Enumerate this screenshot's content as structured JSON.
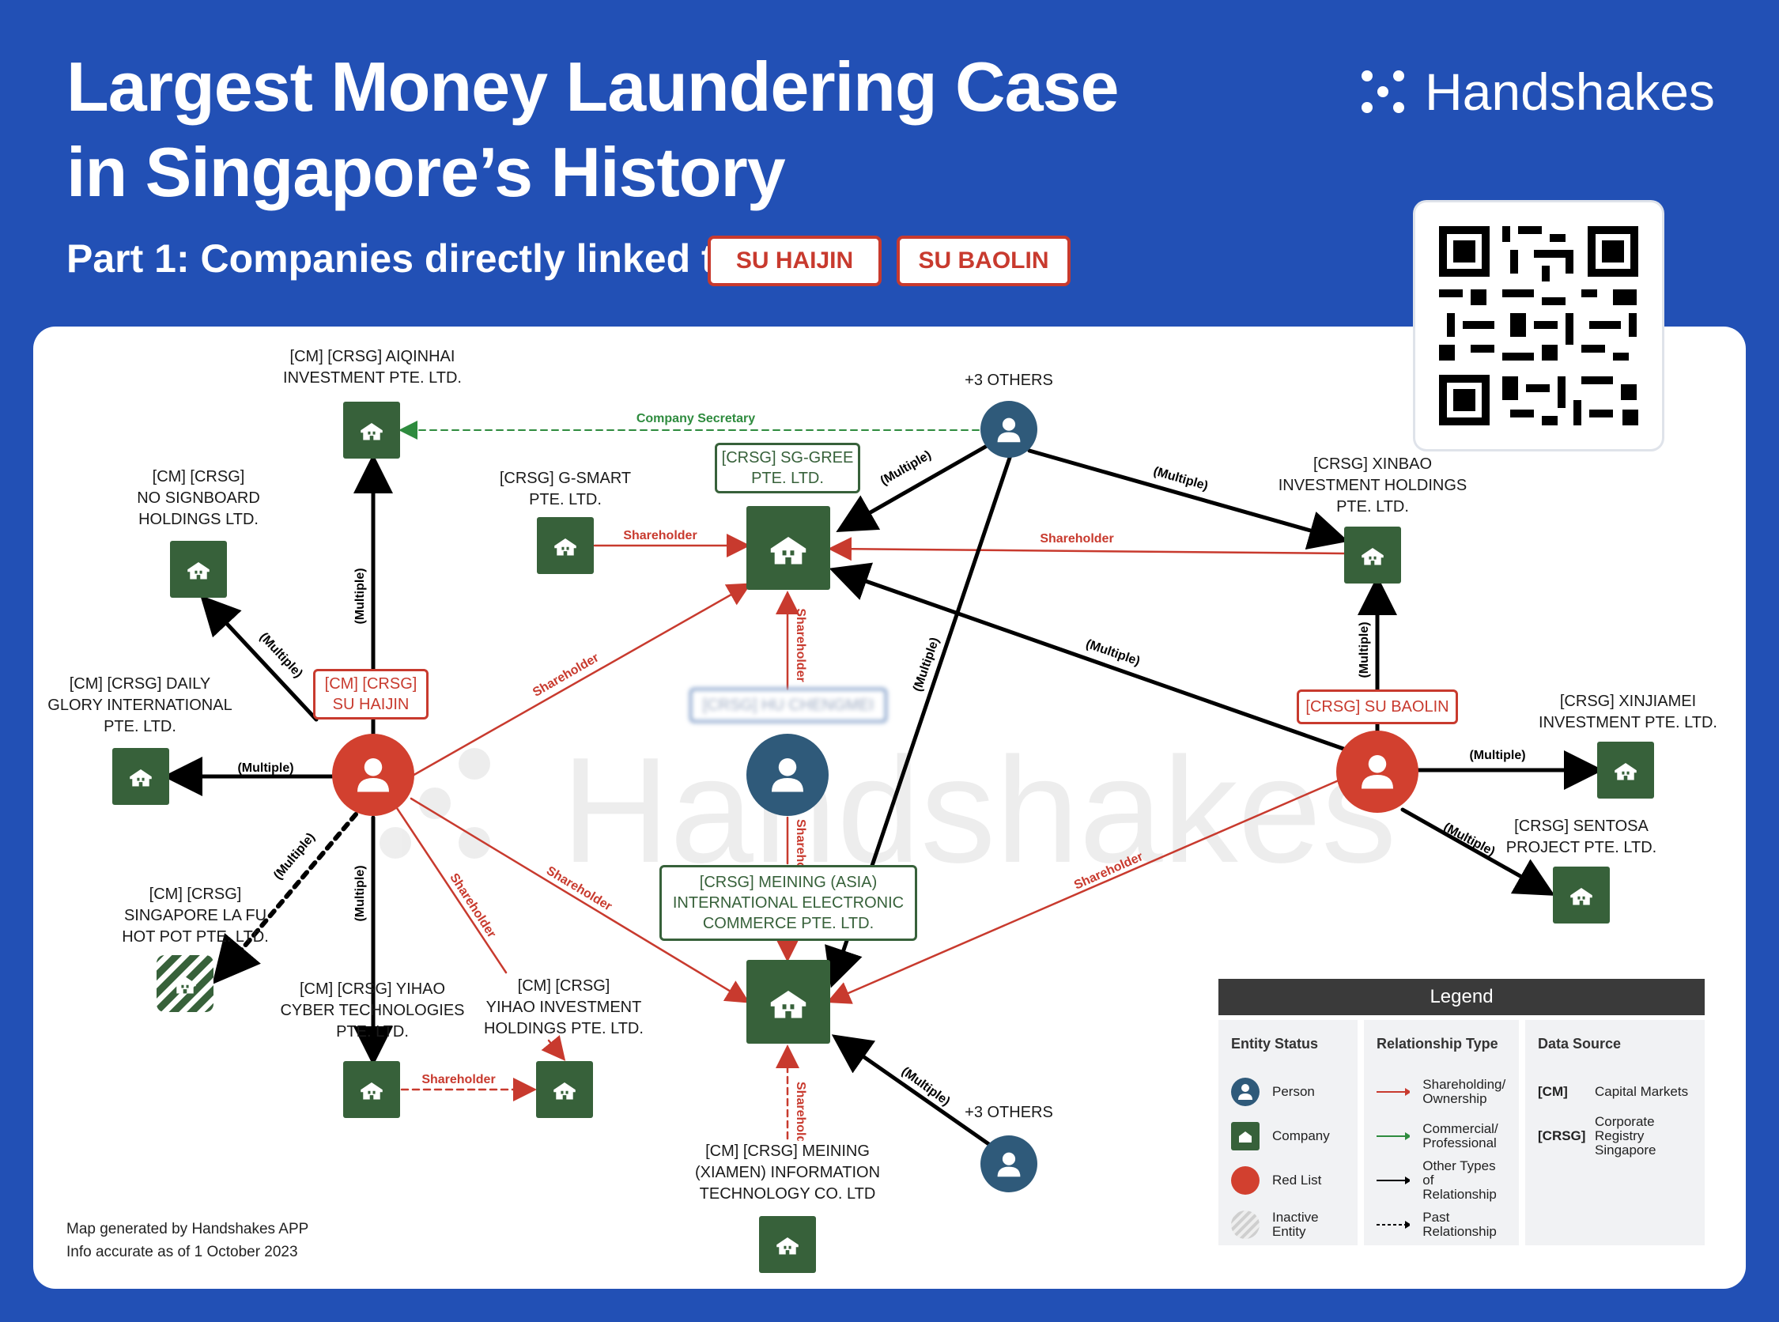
{
  "header": {
    "title_line1": "Largest Money Laundering Case",
    "title_line2": "in Singapore’s History",
    "subtitle": "Part 1: Companies directly linked to",
    "tag1": "SU HAIJIN",
    "tag2": "SU BAOLIN",
    "brand": "Handshakes"
  },
  "watermark": "Handshakes",
  "labels": {
    "aiqinhai": [
      "[CM] [CRSG] AIQINHAI",
      "INVESTMENT PTE. LTD."
    ],
    "nosignboard": [
      "[CM] [CRSG]",
      "NO SIGNBOARD",
      "HOLDINGS LTD."
    ],
    "daily": [
      "[CM] [CRSG] DAILY",
      "GLORY INTERNATIONAL",
      "PTE. LTD."
    ],
    "lafu": [
      "[CM] [CRSG]",
      "SINGAPORE LA FU",
      "HOT POT PTE. LTD."
    ],
    "yihao_cyber": [
      "[CM] [CRSG] YIHAO",
      "CYBER TECHNOLOGIES",
      "PTE. LTD."
    ],
    "yihao_inv": [
      "[CM] [CRSG]",
      "YIHAO INVESTMENT",
      "HOLDINGS PTE. LTD."
    ],
    "gsmart": [
      "[CRSG] G-SMART",
      "PTE. LTD."
    ],
    "sggree": [
      "[CRSG] SG-GREE",
      "PTE. LTD."
    ],
    "others_top": "+3 OTHERS",
    "others_bottom": "+3 OTHERS",
    "xinbao": [
      "[CRSG] XINBAO",
      "INVESTMENT HOLDINGS",
      "PTE. LTD."
    ],
    "xinjiamei": [
      "[CRSG] XINJIAMEI",
      "INVESTMENT PTE. LTD."
    ],
    "sentosa": [
      "[CRSG] SENTOSA",
      "PROJECT PTE. LTD."
    ],
    "meining_asia": [
      "[CRSG] MEINING (ASIA)",
      "INTERNATIONAL ELECTRONIC",
      "COMMERCE PTE. LTD."
    ],
    "meining_xiamen": [
      "[CM] [CRSG] MEINING",
      "(XIAMEN) INFORMATION",
      "TECHNOLOGY CO. LTD"
    ],
    "su_haijin": [
      "[CM] [CRSG]",
      "SU HAIJIN"
    ],
    "su_baolin": "[CRSG] SU BAOLIN",
    "blurred": "[CRSG] HU CHENGMEI"
  },
  "edges": {
    "company_secretary": "Company Secretary",
    "shareholder": "Shareholder",
    "multiple": "(Multiple)"
  },
  "footer": {
    "line1": "Map generated by Handshakes APP",
    "line2": "Info accurate as of 1 October 2023"
  },
  "legend": {
    "title": "Legend",
    "entity_status": {
      "heading": "Entity Status",
      "items": [
        "Person",
        "Company",
        "Red List",
        "Inactive Entity"
      ]
    },
    "relationship_type": {
      "heading": "Relationship Type",
      "items": [
        "Shareholding/ Ownership",
        "Commercial/ Professional",
        "Other Types of Relationship",
        "Past Relationship"
      ]
    },
    "data_source": {
      "heading": "Data Source",
      "items": [
        {
          "code": "[CM]",
          "text": "Capital Markets"
        },
        {
          "code": "[CRSG]",
          "text": "Corporate Registry Singapore"
        }
      ]
    }
  },
  "colors": {
    "background": "#2250B5",
    "company": "#37613A",
    "person": "#2F5A7A",
    "red_list": "#D2402F",
    "shareholder_line": "#C83A2E",
    "commercial_line": "#2E8B3E"
  }
}
